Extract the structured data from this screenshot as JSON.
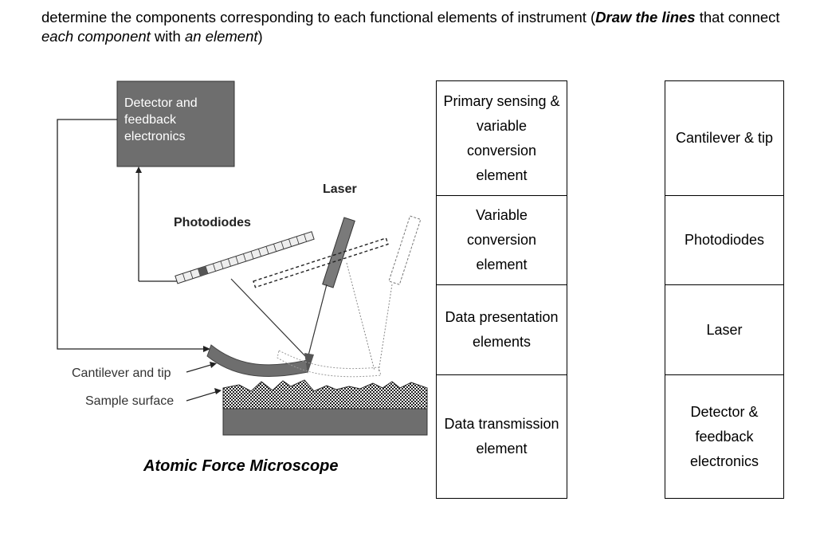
{
  "instruction": {
    "part1": "determine the components corresponding to each functional elements of instrument (",
    "bold": "Draw the lines",
    "part2": " that connect ",
    "italic1": "each component",
    "part3": " with ",
    "italic2": "an element",
    "part4": ")"
  },
  "diagram": {
    "detector_label": "Detector and feedback electronics",
    "laser_label": "Laser",
    "photodiodes_label": "Photodiodes",
    "cantilever_label": "Cantilever and tip",
    "sample_label": "Sample surface",
    "caption": "Atomic Force Microscope"
  },
  "elements": [
    "Primary sensing & variable conversion element",
    "Variable conversion element",
    "Data presentation elements",
    "Data transmission element"
  ],
  "components": [
    "Cantilever & tip",
    "Photodiodes",
    "Laser",
    "Detector & feedback electronics"
  ]
}
